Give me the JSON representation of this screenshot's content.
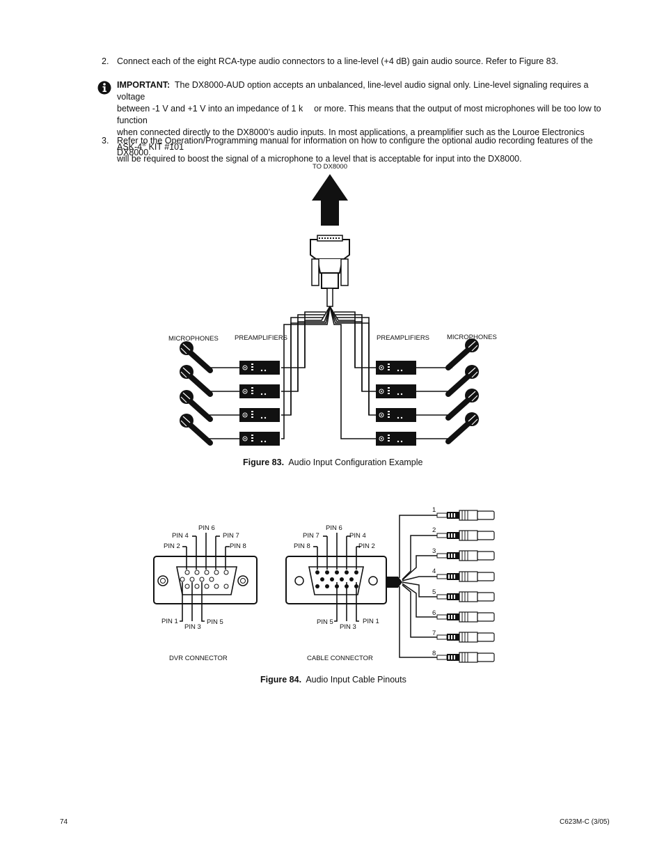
{
  "steps": [
    {
      "num": "2.",
      "text": "Connect each of the eight RCA-type audio connectors to a line-level (+4 dB) gain audio source. Refer to Figure 83."
    },
    {
      "num": "3.",
      "text": "Refer to the Operation/Programming manual for information on how to configure the optional audio recording features of the DX8000."
    }
  ],
  "important": {
    "label": "IMPORTANT:",
    "line1": "The DX8000-AUD option accepts an unbalanced, line-level audio signal only. Line-level signaling requires a voltage",
    "line2": "between -1 V and +1 V into an impedance of 1 k  or more. This means that the output of most microphones will be too low to function",
    "line3a": "when connected directly to the DX8000’s audio inputs. In most applications, a preamplifier such as the Louroe Electronics ASK-4",
    "line3sup": "®",
    "line3b": " KIT #101",
    "line4": "will be required to boost the signal of a microphone to a level that is acceptable for input into the DX8000."
  },
  "figure83": {
    "to_label": "TO DX8000",
    "mic_left": "MICROPHONES",
    "pre_left": "PREAMPLIFIERS",
    "pre_right": "PREAMPLIFIERS",
    "mic_right": "MICROPHONES",
    "caption_bold": "Figure 83.",
    "caption_text": "Audio Input Configuration Example"
  },
  "figure84": {
    "dvr": {
      "pin6": "PIN 6",
      "pin4": "PIN 4",
      "pin7": "PIN 7",
      "pin2": "PIN 2",
      "pin8": "PIN 8",
      "pin1": "PIN 1",
      "pin3": "PIN 3",
      "pin5": "PIN 5",
      "label": "DVR CONNECTOR"
    },
    "cable": {
      "pin6": "PIN 6",
      "pin7": "PIN 7",
      "pin4": "PIN 4",
      "pin8": "PIN 8",
      "pin2": "PIN 2",
      "pin5": "PIN 5",
      "pin3": "PIN 3",
      "pin1": "PIN 1",
      "label": "CABLE CONNECTOR"
    },
    "rca_numbers": [
      "1",
      "2",
      "3",
      "4",
      "5",
      "6",
      "7",
      "8"
    ],
    "caption_bold": "Figure 84.",
    "caption_text": "Audio Input Cable Pinouts"
  },
  "footer": {
    "page": "74",
    "doc": "C623M-C (3/05)"
  }
}
